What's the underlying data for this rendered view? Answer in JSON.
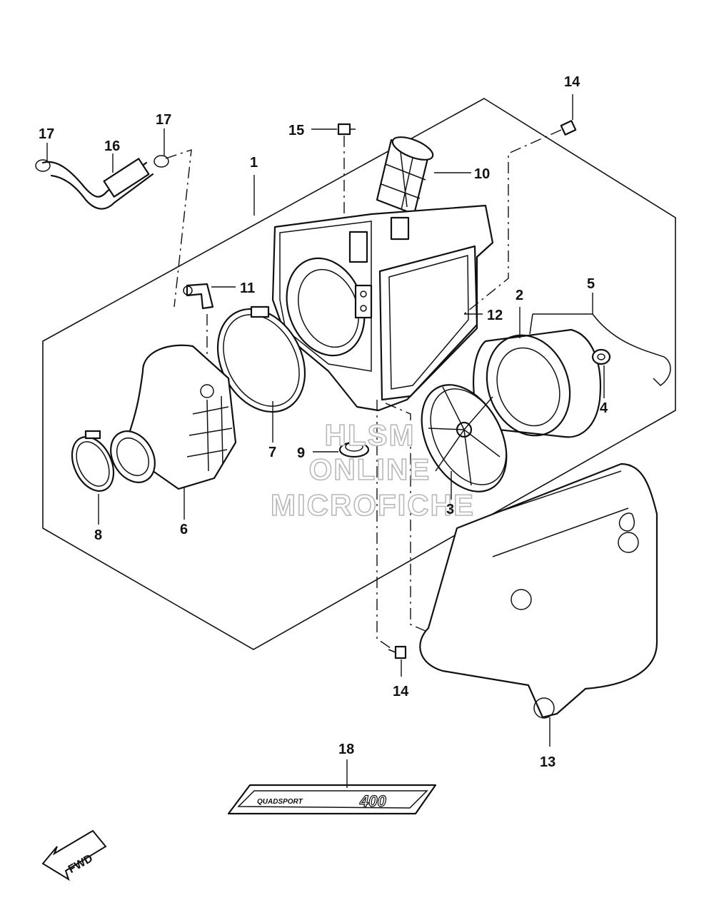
{
  "diagram": {
    "callouts": {
      "c1": "1",
      "c2": "2",
      "c3": "3",
      "c4": "4",
      "c5": "5",
      "c6": "6",
      "c7": "7",
      "c8": "8",
      "c9": "9",
      "c10": "10",
      "c11": "11",
      "c12": "12",
      "c13": "13",
      "c14a": "14",
      "c14b": "14",
      "c15": "15",
      "c16": "16",
      "c17a": "17",
      "c17b": "17",
      "c18": "18"
    },
    "watermark": {
      "line1": "HLSM",
      "line2": "ONLINE",
      "line3": "MICROFICHE"
    },
    "fwd_label": "FWD",
    "decal_text": "QUADSPORT",
    "decal_number": "400",
    "icons": [
      "fwd-arrow-icon"
    ]
  }
}
